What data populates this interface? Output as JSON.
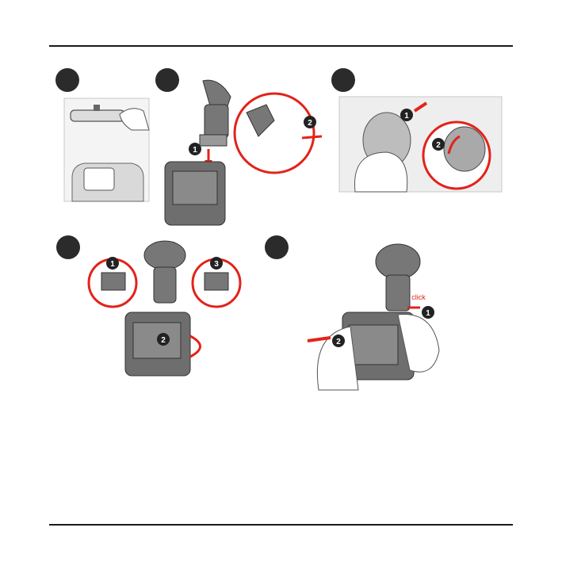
{
  "page": {
    "steps": [
      {
        "number": ""
      },
      {
        "number": ""
      },
      {
        "number": ""
      },
      {
        "number": ""
      },
      {
        "number": ""
      }
    ]
  },
  "callouts": {
    "one": "1",
    "two": "2",
    "three": "3",
    "click": "click"
  },
  "colors": {
    "accent_red": "#e2231a",
    "rule": "#1a1a1a",
    "step_circle": "#2b2b2b",
    "device_body": "#6e6e6e",
    "screen": "#8a8a8a"
  },
  "icons": [
    "mirror-illustration",
    "suction-mount-illustration",
    "dashcam-illustration",
    "hand-illustration",
    "arrow-icon"
  ]
}
